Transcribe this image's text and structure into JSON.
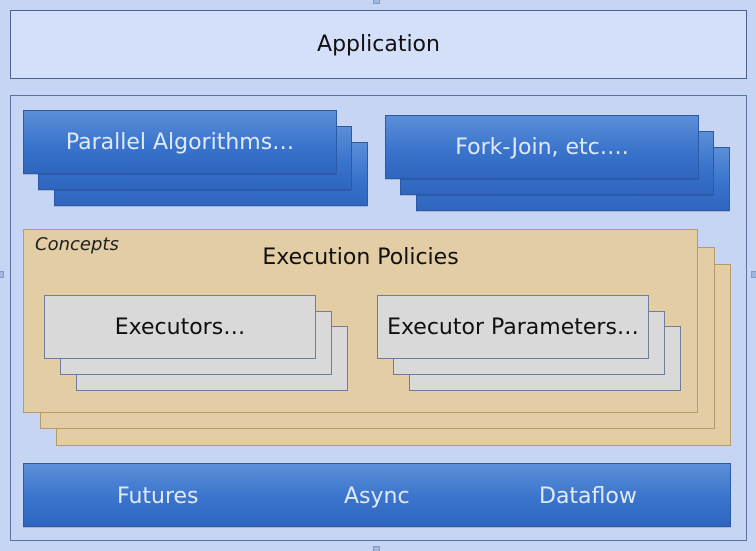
{
  "application": {
    "label": "Application"
  },
  "top_blocks": [
    {
      "label": "Parallel Algorithms…"
    },
    {
      "label": "Fork-Join, etc…."
    }
  ],
  "concepts": {
    "tag": "Concepts",
    "title": "Execution Policies",
    "items": [
      {
        "label": "Executors…"
      },
      {
        "label": "Executor Parameters…"
      }
    ]
  },
  "bottom_bar": {
    "items": [
      {
        "label": "Futures"
      },
      {
        "label": "Async"
      },
      {
        "label": "Dataflow"
      }
    ]
  },
  "colors": {
    "background": "#c7d5f5",
    "blue_block": "#3a74cc",
    "tan_block": "#e3cda5",
    "grey_block": "#d9d9d9"
  }
}
